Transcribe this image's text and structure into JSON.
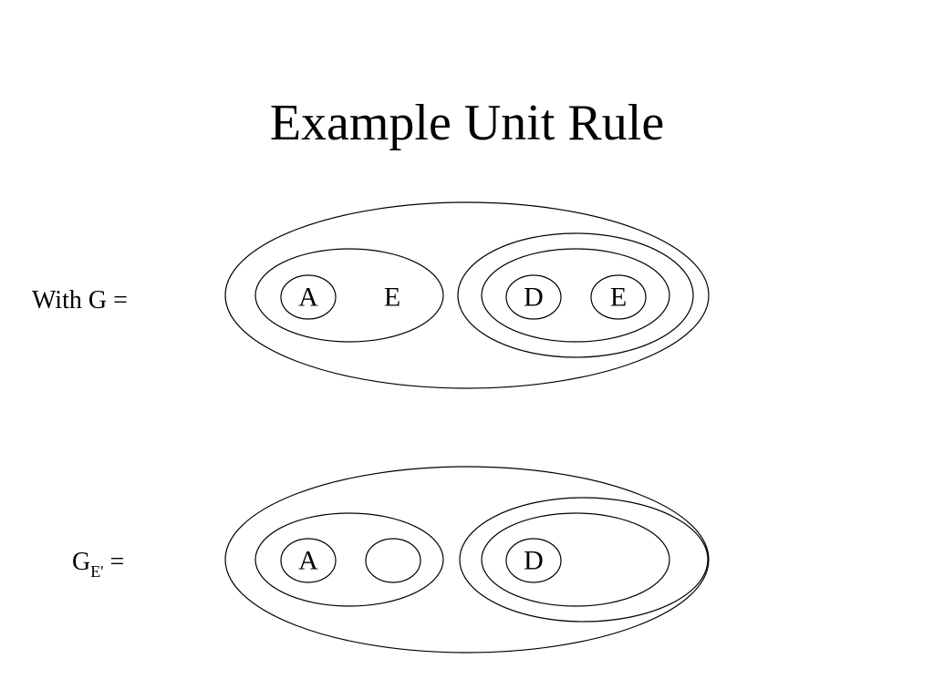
{
  "slide": {
    "title": "Example Unit Rule"
  },
  "diagram_top": {
    "label": "With G =",
    "left_group_atoms": [
      "A",
      "E"
    ],
    "right_group_atoms": [
      "D",
      "E"
    ]
  },
  "diagram_bottom": {
    "label_main": "G",
    "label_subscript": "E'",
    "label_suffix": " =",
    "left_group_atoms": [
      "A",
      ""
    ],
    "right_group_atoms": [
      "D"
    ]
  },
  "colors": {
    "background": "#ffffff",
    "stroke": "#000000",
    "text": "#000000"
  }
}
